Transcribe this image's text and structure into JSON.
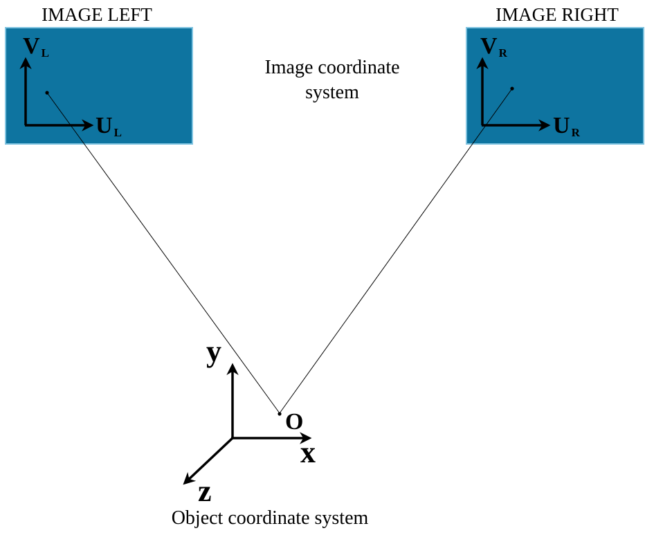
{
  "colors": {
    "panel_fill": "#0E74A0",
    "panel_border": "#7FC3E0",
    "ink": "#000000",
    "background": "#FFFFFF"
  },
  "left_image": {
    "title": "IMAGE LEFT",
    "v_axis": {
      "letter": "V",
      "sub": "L"
    },
    "u_axis": {
      "letter": "U",
      "sub": "L"
    }
  },
  "right_image": {
    "title": "IMAGE RIGHT",
    "v_axis": {
      "letter": "V",
      "sub": "R"
    },
    "u_axis": {
      "letter": "U",
      "sub": "R"
    }
  },
  "image_caption": {
    "line1": "Image coordinate",
    "line2": "system"
  },
  "object_frame": {
    "y_label": "y",
    "x_label": "x",
    "z_label": "z",
    "origin_label": "O",
    "caption": "Object coordinate system"
  }
}
